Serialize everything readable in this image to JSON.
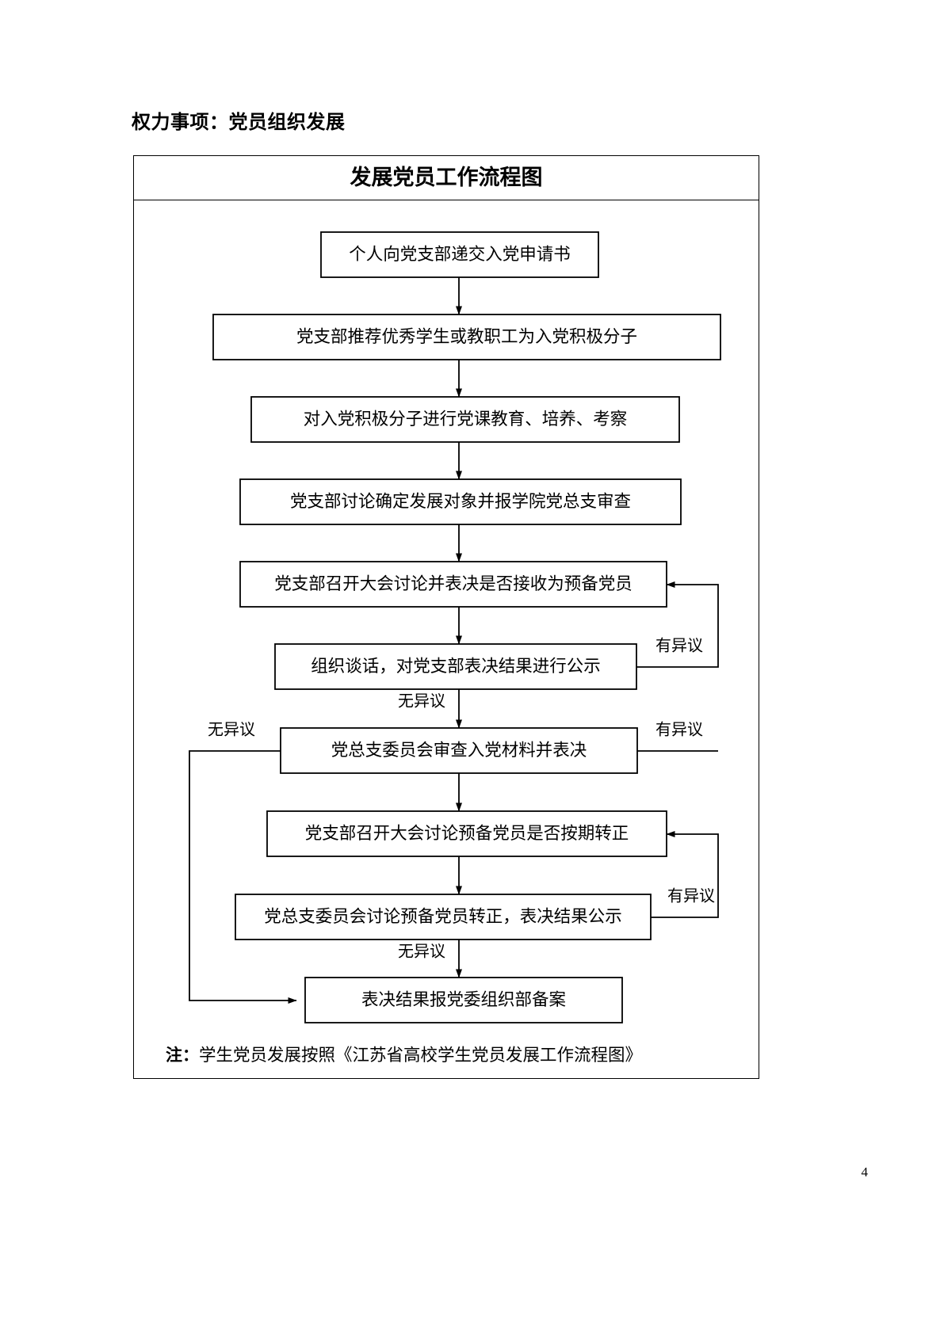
{
  "document": {
    "heading": "权力事项：党员组织发展",
    "chart_title": "发展党员工作流程图",
    "footnote_label": "注：",
    "footnote_text": "学生党员发展按照《江苏省高校学生党员发展工作流程图》",
    "page_number": "4"
  },
  "flow": {
    "nodes": [
      {
        "id": "n1",
        "label": "个人向党支部递交入党申请书"
      },
      {
        "id": "n2",
        "label": "党支部推荐优秀学生或教职工为入党积极分子"
      },
      {
        "id": "n3",
        "label": "对入党积极分子进行党课教育、培养、考察"
      },
      {
        "id": "n4",
        "label": "党支部讨论确定发展对象并报学院党总支审查"
      },
      {
        "id": "n5",
        "label": "党支部召开大会讨论并表决是否接收为预备党员"
      },
      {
        "id": "n6",
        "label": "组织谈话，对党支部表决结果进行公示"
      },
      {
        "id": "n7",
        "label": "党总支委员会审查入党材料并表决"
      },
      {
        "id": "n8",
        "label": "党支部召开大会讨论预备党员是否按期转正"
      },
      {
        "id": "n9",
        "label": "党总支委员会讨论预备党员转正，表决结果公示"
      },
      {
        "id": "n10",
        "label": "表决结果报党委组织部备案"
      }
    ],
    "edge_labels": {
      "n6_objection": "有异议",
      "n6_no_objection": "无异议",
      "n7_no_objection": "无异议",
      "n7_objection": "有异议",
      "n9_objection": "有异议",
      "n9_no_objection": "无异议"
    },
    "colors": {
      "line": "#000000",
      "box_fill": "#ffffff",
      "text": "#000000"
    }
  }
}
